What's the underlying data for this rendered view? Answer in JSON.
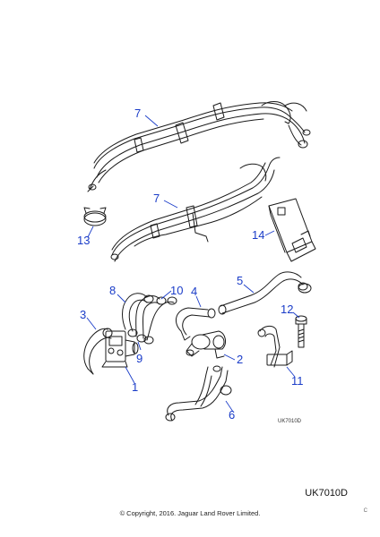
{
  "diagram": {
    "callouts": [
      "7",
      "7",
      "13",
      "14",
      "8",
      "10",
      "4",
      "5",
      "3",
      "12",
      "9",
      "2",
      "1",
      "11",
      "6"
    ],
    "image_code": "UK7010D"
  },
  "footer": {
    "reference_code": "UK7010D",
    "copyright": "© Copyright, 2016. Jaguar Land Rover Limited.",
    "corner_mark": "C"
  },
  "colors": {
    "callout": "#1a3cc8",
    "linework": "#1a1a1a",
    "background": "#ffffff"
  }
}
